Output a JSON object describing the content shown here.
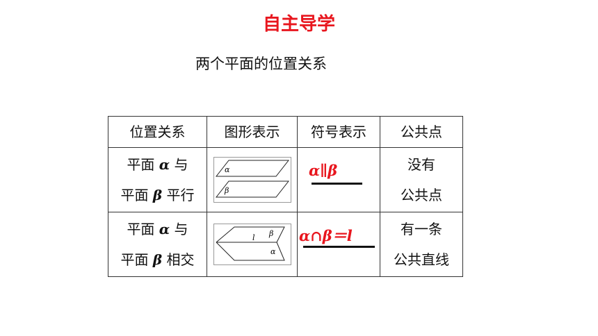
{
  "title": "自主导学",
  "subtitle": "两个平面的位置关系",
  "table": {
    "headers": [
      "位置关系",
      "图形表示",
      "符号表示",
      "公共点"
    ],
    "rows": [
      {
        "relation_line1_pre": "平面",
        "relation_line1_greek": "α",
        "relation_line1_post": "与",
        "relation_line2_pre": "平面",
        "relation_line2_greek": "β",
        "relation_line2_post": "平行",
        "figure_label_a": "α",
        "figure_label_b": "β",
        "symbol": "α∥β",
        "common_line1": "没有",
        "common_line2": "公共点"
      },
      {
        "relation_line1_pre": "平面",
        "relation_line1_greek": "α",
        "relation_line1_post": "与",
        "relation_line2_pre": "平面",
        "relation_line2_greek": "β",
        "relation_line2_post": "相交",
        "figure_label_l": "l",
        "figure_label_b": "β",
        "figure_label_a": "α",
        "symbol": "α∩β＝l",
        "common_line1": "有一条",
        "common_line2": "公共直线"
      }
    ]
  },
  "colors": {
    "accent": "#e8161e",
    "text": "#111111",
    "border": "#333333"
  }
}
